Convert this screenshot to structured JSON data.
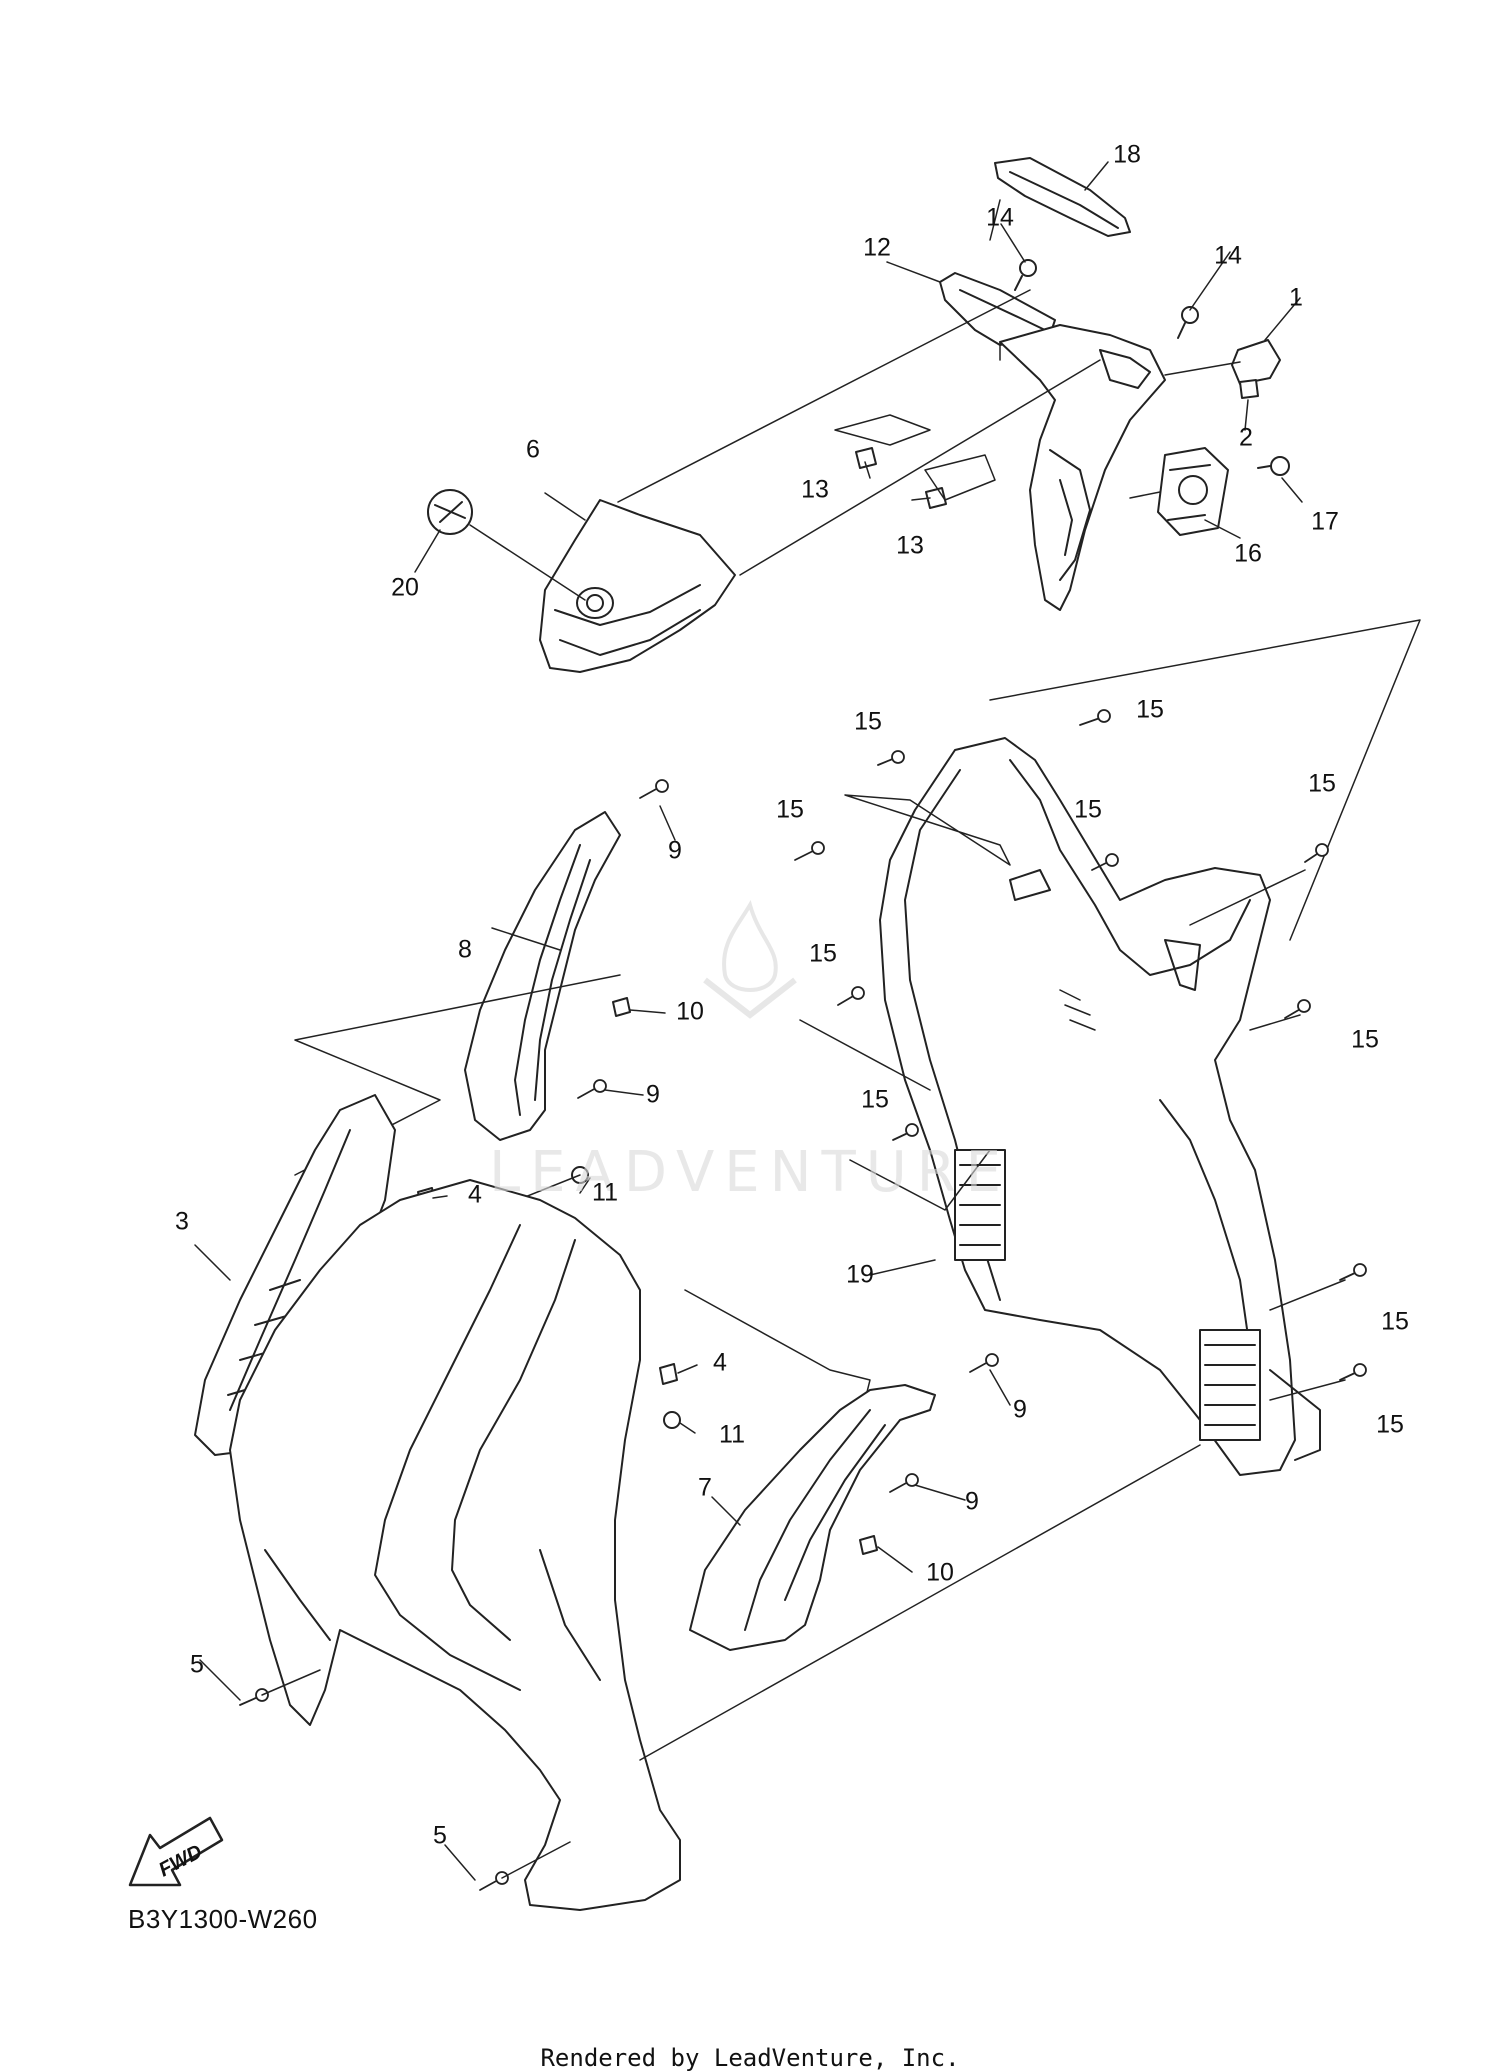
{
  "diagram": {
    "code": "B3Y1300-W260",
    "credit": "Rendered by LeadVenture, Inc.",
    "watermark": "LEADVENTURE",
    "direction_label": "FWD"
  },
  "parts": [
    {
      "id": "1",
      "label": "1"
    },
    {
      "id": "2",
      "label": "2"
    },
    {
      "id": "3",
      "label": "3"
    },
    {
      "id": "4",
      "label": "4"
    },
    {
      "id": "5",
      "label": "5"
    },
    {
      "id": "6",
      "label": "6"
    },
    {
      "id": "7",
      "label": "7"
    },
    {
      "id": "8",
      "label": "8"
    },
    {
      "id": "9",
      "label": "9"
    },
    {
      "id": "10",
      "label": "10"
    },
    {
      "id": "11",
      "label": "11"
    },
    {
      "id": "12",
      "label": "12"
    },
    {
      "id": "13",
      "label": "13"
    },
    {
      "id": "14",
      "label": "14"
    },
    {
      "id": "15",
      "label": "15"
    },
    {
      "id": "16",
      "label": "16"
    },
    {
      "id": "17",
      "label": "17"
    },
    {
      "id": "18",
      "label": "18"
    },
    {
      "id": "19",
      "label": "19"
    },
    {
      "id": "20",
      "label": "20"
    }
  ]
}
